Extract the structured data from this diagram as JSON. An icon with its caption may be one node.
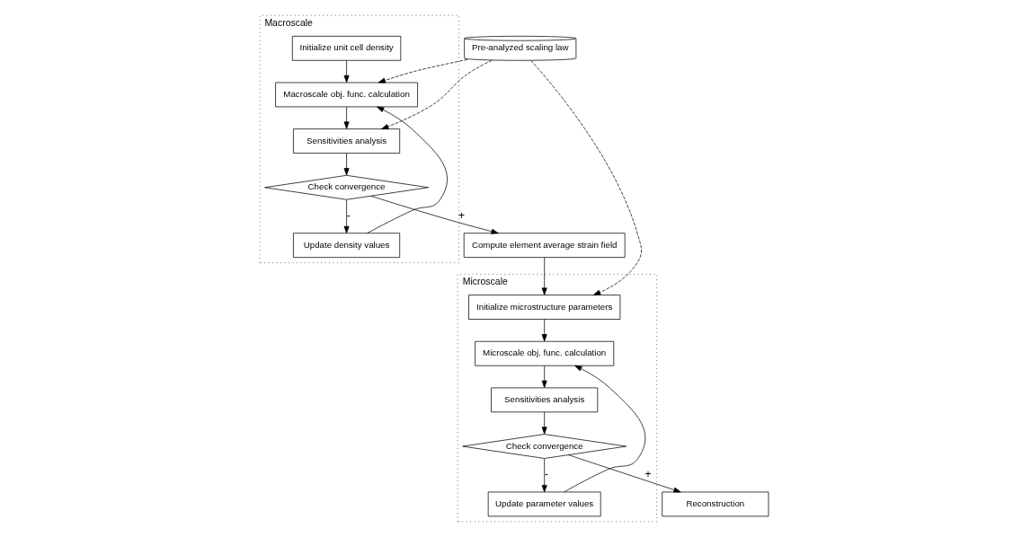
{
  "diagram": {
    "nodes": [
      {
        "text": [
          "Macroscale"
        ]
      },
      {
        "text": [
          "Initialize unit cell density"
        ],
        "in": 0
      },
      {
        "text": [
          "Macroscale obj. func. calculation"
        ],
        "in": 0
      },
      {
        "text": [
          "Sensitivities analysis"
        ],
        "in": 0
      },
      {
        "text": [
          "Check convergence"
        ],
        "in": 0
      },
      {
        "text": [
          "Update density values"
        ],
        "in": 0
      },
      {
        "text": [
          "Pre-analyzed scaling law"
        ]
      },
      {
        "text": [
          "Compute element average strain field"
        ]
      },
      {
        "text": [
          "Microscale"
        ]
      },
      {
        "text": [
          "Initialize microstructure parameters"
        ],
        "in": 8
      },
      {
        "text": [
          "Microscale obj. func. calculation"
        ],
        "in": 8
      },
      {
        "text": [
          "Sensitivities analysis"
        ],
        "in": 8
      },
      {
        "text": [
          "Check convergence"
        ],
        "in": 8
      },
      {
        "text": [
          "Update parameter values"
        ],
        "in": 8
      },
      {
        "text": [
          "Reconstruction"
        ]
      }
    ],
    "edges": [
      {
        "from": 1,
        "to": 2,
        "arrow": "to"
      },
      {
        "from": 2,
        "to": 3,
        "arrow": "to"
      },
      {
        "from": 3,
        "to": 4,
        "arrow": "to"
      },
      {
        "from": 4,
        "to": 5,
        "arrow": "to",
        "label": "-"
      },
      {
        "from": 5,
        "to": 2,
        "arrow": "to"
      },
      {
        "from": 6,
        "to": 2,
        "arrow": "to",
        "style": "dashed"
      },
      {
        "from": 6,
        "to": 3,
        "arrow": "to",
        "style": "dashed"
      },
      {
        "from": 6,
        "to": 9,
        "arrow": "to",
        "style": "dashed"
      },
      {
        "from": 4,
        "to": 7,
        "arrow": "to",
        "label": "+"
      },
      {
        "from": 7,
        "to": 9,
        "arrow": "to"
      },
      {
        "from": 9,
        "to": 10,
        "arrow": "to"
      },
      {
        "from": 10,
        "to": 11,
        "arrow": "to"
      },
      {
        "from": 11,
        "to": 12,
        "arrow": "to"
      },
      {
        "from": 12,
        "to": 13,
        "arrow": "to",
        "label": "-"
      },
      {
        "from": 13,
        "to": 10,
        "arrow": "to"
      },
      {
        "from": 12,
        "to": 14,
        "arrow": "to",
        "label": "+"
      }
    ]
  }
}
